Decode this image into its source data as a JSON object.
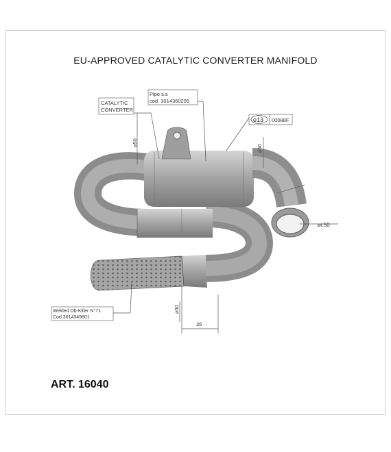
{
  "title": "EU-APPROVED CATALYTIC CONVERTER MANIFOLD",
  "article": "ART. 16040",
  "labels": {
    "catalytic_line1": "CATALYTIC",
    "catalytic_line2": "CONVERTER",
    "pipe_line1": "Pipe s.s",
    "pipe_line2": "cod. 3014360205",
    "eu_mark": "e13",
    "eu_code": "00088F",
    "dbkiller_line1": "Welded Db-Killer N°71",
    "dbkiller_line2": "Cod.3014349801"
  },
  "dimensions": {
    "d50_upper_left": "⌀50",
    "d50_upper_right": "⌀50",
    "di50": "⌀i.50",
    "d50_lower": "⌀50",
    "length_35": "35"
  },
  "colors": {
    "pipe": "#a9a9a9",
    "pipe_dark": "#7d7d7d",
    "pipe_light": "#cfcfcf",
    "line": "#555555"
  }
}
